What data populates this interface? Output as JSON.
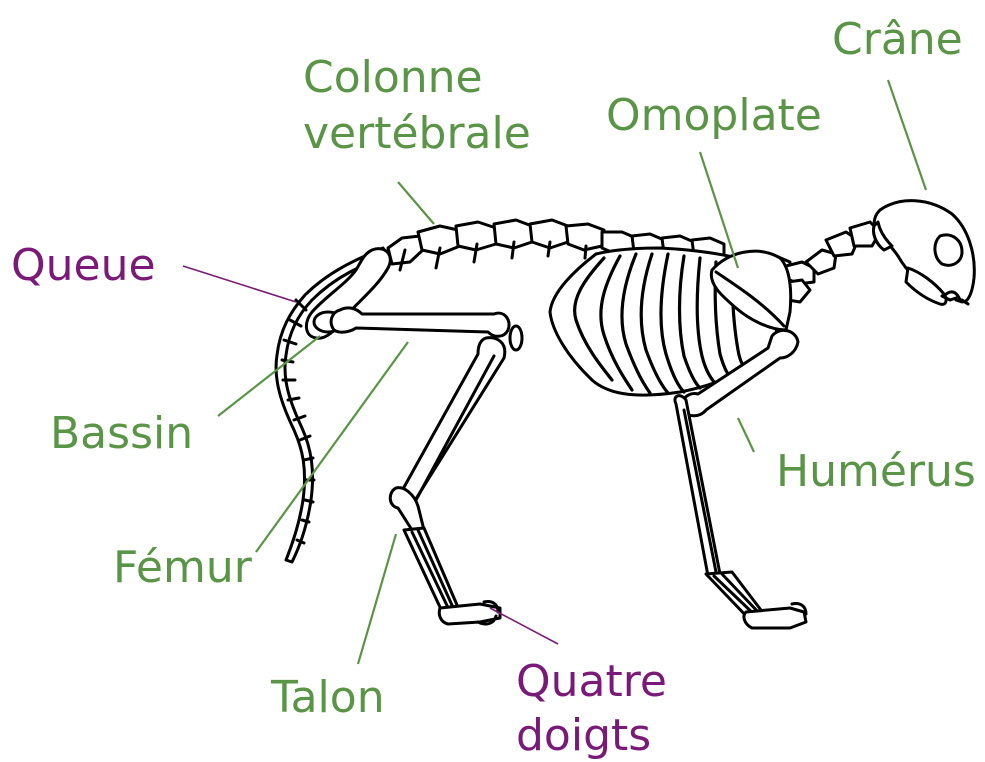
{
  "colors": {
    "anatomy_label": "#5a9446",
    "extremity_label": "#7a1a78",
    "bone_outline": "#000000"
  },
  "labels": {
    "crane": "Crâne",
    "colonne_line1": "Colonne",
    "colonne_line2": "vertébrale",
    "omoplate": "Omoplate",
    "queue": "Queue",
    "bassin": "Bassin",
    "humerus": "Humérus",
    "femur": "Fémur",
    "talon": "Talon",
    "quatre_line1": "Quatre",
    "quatre_line2": "doigts"
  }
}
